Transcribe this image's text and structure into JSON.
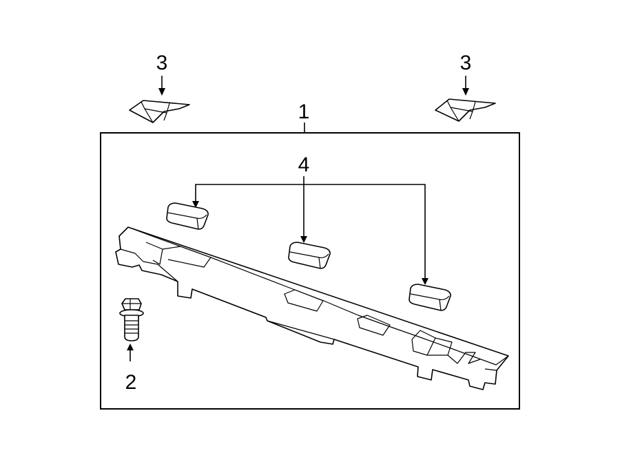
{
  "callouts": {
    "assembly": "1",
    "bolt": "2",
    "clip_left": "3",
    "clip_right": "3",
    "pads": "4"
  }
}
